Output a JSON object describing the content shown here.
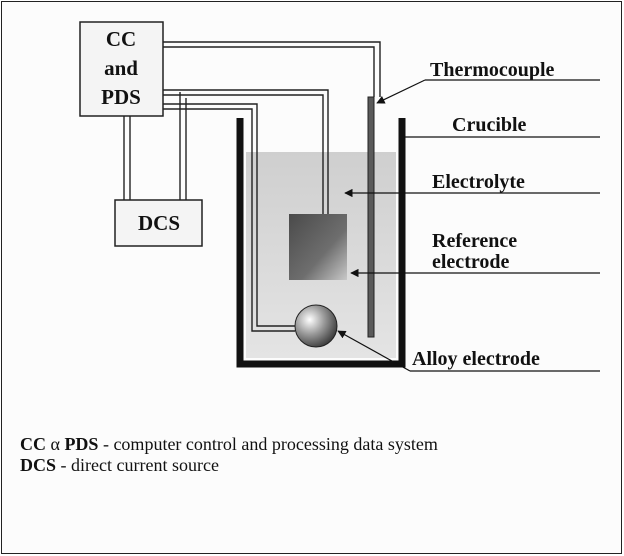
{
  "diagram": {
    "boxes": {
      "cc_pds": [
        "CC",
        "and",
        "PDS"
      ],
      "dcs": "DCS"
    },
    "labels": {
      "thermocouple": "Thermocouple",
      "crucible": "Crucible",
      "electrolyte": "Electrolyte",
      "reference_line1": "Reference",
      "reference_line2": "electrode",
      "alloy": "Alloy electrode"
    }
  },
  "legend": {
    "line1": {
      "abbr_a": "CC",
      "symbol": "α",
      "abbr_b": "PDS",
      "text": "- computer control and processing data system"
    },
    "line2": {
      "abbr": "DCS",
      "text": "- direct current source"
    }
  }
}
